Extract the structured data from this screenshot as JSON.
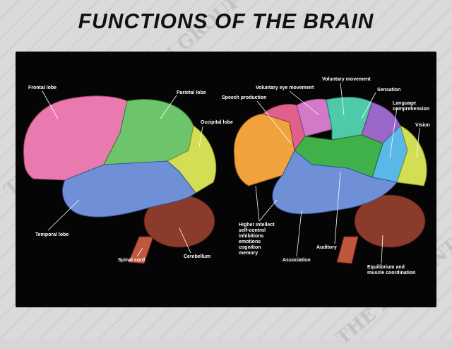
{
  "title": "FUNCTIONS OF THE BRAIN",
  "watermark": "THE PRESENTATION GROUP",
  "left_brain": {
    "labels": {
      "frontal": "Frontal lobe",
      "parietal": "Parietal lobe",
      "occipital": "Occipital lobe",
      "temporal": "Temporal lobe",
      "spinal": "Spinal cord",
      "cerebellum": "Cerebellum"
    },
    "colors": {
      "frontal": "#e87ab0",
      "parietal": "#6ec46a",
      "occipital": "#d3de55",
      "temporal": "#6f8fd6",
      "cerebellum": "#8b3b2c",
      "spinal": "#c0573d"
    }
  },
  "right_brain": {
    "labels": {
      "speech": "Speech production",
      "eye": "Voluntary eye movement",
      "movement": "Voluntary movement",
      "sensation": "Sensation",
      "language": "Language\ncomprehension",
      "vision": "Vision",
      "higher": "Higher intellect\nself-control\ninhibitions\nemotions\ncognition\nmemory",
      "association": "Association",
      "auditory": "Auditory",
      "equilibrium": "Equilibrium and\nmuscle coordination"
    },
    "colors": {
      "higher": "#f0a23c",
      "speech": "#e0608c",
      "eye": "#d27ac8",
      "movement": "#4fcaa8",
      "sensation": "#9a66c8",
      "language": "#5ab8e8",
      "vision": "#d3de55",
      "auditory": "#3fb04a",
      "association": "#6f8fd6",
      "cerebellum": "#8b3b2c"
    }
  }
}
